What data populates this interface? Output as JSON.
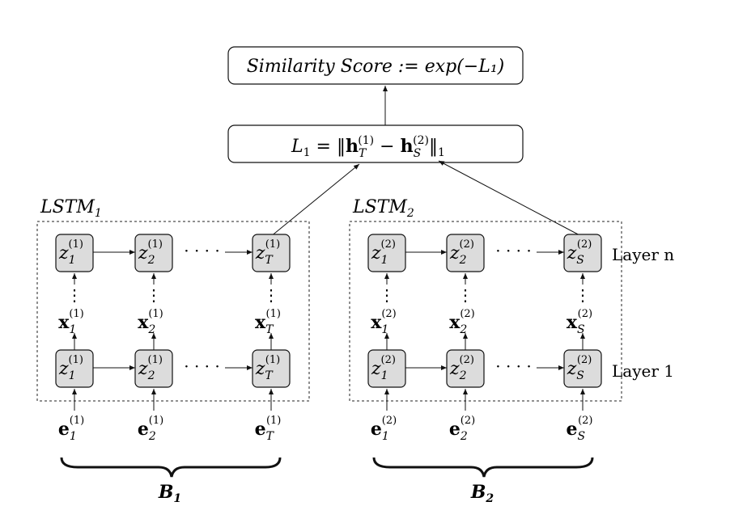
{
  "top_box": {
    "text": "Similarity Score := exp(−L₁)"
  },
  "loss_box": {
    "lhs": "L",
    "lhs_sub": "1",
    "eq": " = ‖",
    "h": "h",
    "h1_sub": "T",
    "h1_sup": "(1)",
    "minus": " − ",
    "h2_sub": "S",
    "h2_sup": "(2)",
    "tail": "‖",
    "tail_sub": "1"
  },
  "lstm1": {
    "label": "LSTM",
    "label_sub": "1",
    "sup": "(1)",
    "cells": [
      {
        "var": "z",
        "sub": "1"
      },
      {
        "var": "z",
        "sub": "2"
      },
      {
        "var": "z",
        "sub": "T"
      }
    ],
    "x_inputs": [
      {
        "var": "x",
        "sub": "1"
      },
      {
        "var": "x",
        "sub": "2"
      },
      {
        "var": "x",
        "sub": "T"
      }
    ],
    "e_inputs": [
      {
        "var": "e",
        "sub": "1"
      },
      {
        "var": "e",
        "sub": "2"
      },
      {
        "var": "e",
        "sub": "T"
      }
    ],
    "brace_label": "B",
    "brace_sub": "1"
  },
  "lstm2": {
    "label": "LSTM",
    "label_sub": "2",
    "sup": "(2)",
    "cells": [
      {
        "var": "z",
        "sub": "1"
      },
      {
        "var": "z",
        "sub": "2"
      },
      {
        "var": "z",
        "sub": "S"
      }
    ],
    "x_inputs": [
      {
        "var": "x",
        "sub": "1"
      },
      {
        "var": "x",
        "sub": "2"
      },
      {
        "var": "x",
        "sub": "S"
      }
    ],
    "e_inputs": [
      {
        "var": "e",
        "sub": "1"
      },
      {
        "var": "e",
        "sub": "2"
      },
      {
        "var": "e",
        "sub": "S"
      }
    ],
    "brace_label": "B",
    "brace_sub": "2"
  },
  "layer_labels": {
    "top": "Layer n",
    "bottom": "Layer 1"
  },
  "ellipsis_h": "· · · ·",
  "ellipsis_v": "⋮"
}
